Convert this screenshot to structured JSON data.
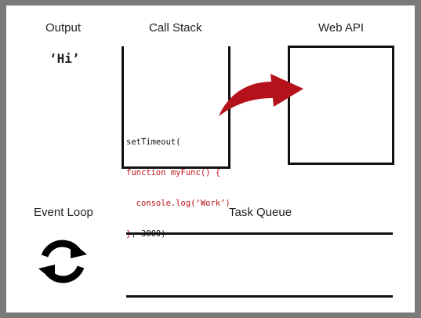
{
  "labels": {
    "output": "Output",
    "call_stack": "Call Stack",
    "web_api": "Web API",
    "event_loop": "Event Loop",
    "task_queue": "Task Queue"
  },
  "output_value": "‘Hi’",
  "call_stack_code": [
    {
      "text": "setTimeout(",
      "color": "#111111"
    },
    {
      "text": "function myFunc() {",
      "color": "#c0141c"
    },
    {
      "text": "  console.log(‘Work’)",
      "color": "#c0141c"
    },
    {
      "text": "}",
      "color": "#c0141c",
      "suffix": ", 3000)",
      "suffix_color": "#111111"
    }
  ],
  "icons": {
    "transfer_arrow": "curved-arrow-icon",
    "event_loop": "refresh-cycle-icon"
  },
  "colors": {
    "frame_border": "#7a7a7a",
    "arrow": "#b5121b",
    "code_red": "#c0141c",
    "ink": "#111111"
  }
}
